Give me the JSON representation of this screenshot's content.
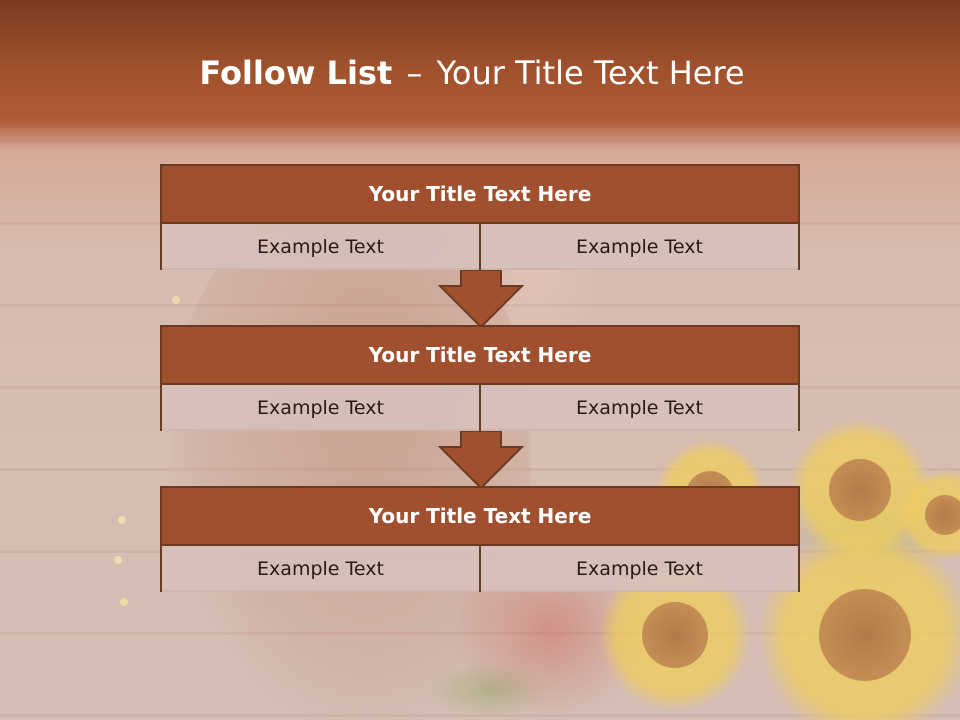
{
  "slide": {
    "title_bold": "Follow List",
    "title_sep": "–",
    "title_rest": "Your Title Text Here"
  },
  "blocks": [
    {
      "title": "Your Title Text Here",
      "left": "Example Text",
      "right": "Example Text"
    },
    {
      "title": "Your Title Text Here",
      "left": "Example Text",
      "right": "Example Text"
    },
    {
      "title": "Your Title Text Here",
      "left": "Example Text",
      "right": "Example Text"
    }
  ],
  "colors": {
    "header_fill": "#a0502e",
    "outline": "#6a3a22",
    "cell_fill": "#d7c0bb",
    "arrow_fill": "#a0502e"
  },
  "icons": [
    "down-arrow-icon"
  ]
}
